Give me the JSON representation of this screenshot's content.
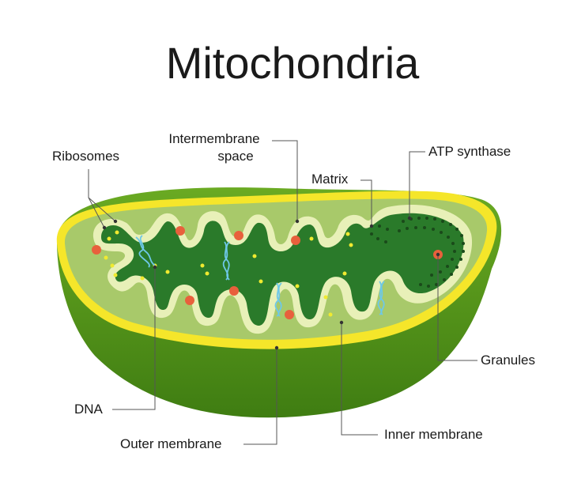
{
  "title": "Mitochondria",
  "labels": {
    "ribosomes": "Ribosomes",
    "intermembrane_line1": "Intermembrane",
    "intermembrane_line2": "space",
    "matrix": "Matrix",
    "atp_synthase": "ATP synthase",
    "granules": "Granules",
    "dna": "DNA",
    "outer_membrane": "Outer membrane",
    "inner_membrane": "Inner membrane"
  },
  "colors": {
    "outer_body": "#5a9e1c",
    "outer_membrane": "#f5e62a",
    "intermembrane_space": "#a8c96a",
    "inner_membrane": "#e8f0b8",
    "matrix": "#2a7a2a",
    "granules": "#e8603c",
    "ribosomes": "#f0ea30",
    "dna": "#6ec8e8",
    "atp_synthase": "#1a4a1a",
    "leader_lines": "#555555"
  }
}
